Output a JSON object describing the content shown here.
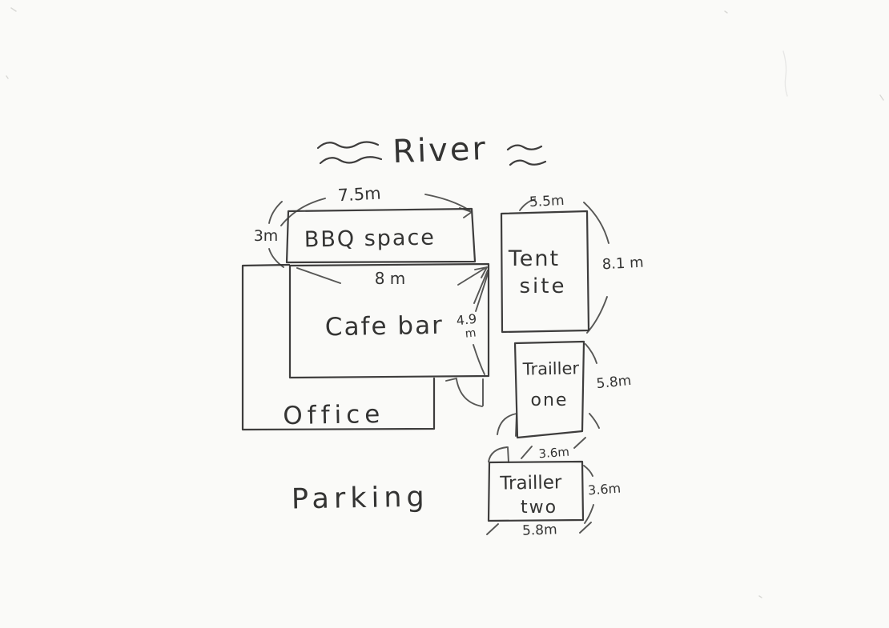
{
  "river": {
    "label": "River"
  },
  "bbq": {
    "label": "BBQ space",
    "width": "7.5m",
    "depth": "3m"
  },
  "cafe": {
    "label": "Cafe bar",
    "width": "8 m",
    "depth_value": "4.9",
    "depth_unit": "m"
  },
  "office": {
    "label": "Office"
  },
  "parking": {
    "label": "Parking"
  },
  "tent": {
    "label_line1": "Tent",
    "label_line2": "site",
    "width": "5.5m",
    "height": "8.1 m"
  },
  "trailer_one": {
    "label_line1": "Trailler",
    "label_line2": "one",
    "height": "5.8m",
    "width": "3.6m"
  },
  "trailer_two": {
    "label_line1": "Trailler",
    "label_line2": "two",
    "height": "3.6m",
    "width": "5.8m"
  },
  "colors": {
    "paper": "#fafaf8",
    "ink": "#2e2d2c"
  }
}
